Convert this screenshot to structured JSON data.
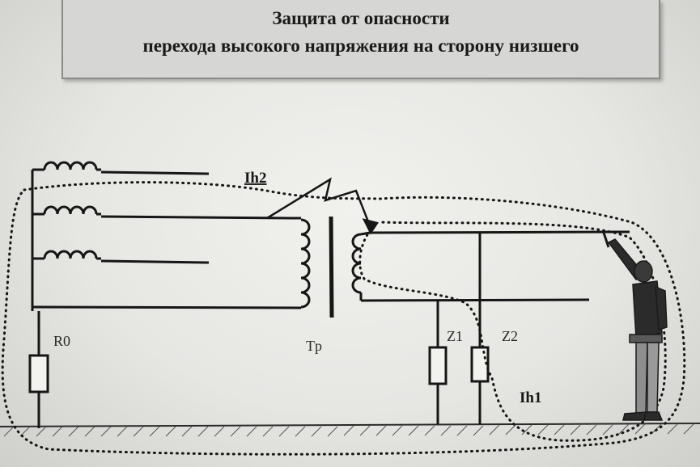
{
  "title": {
    "line1": "Защита от опасности",
    "line2": "перехода высокого напряжения на сторону низшего"
  },
  "labels": {
    "ih2": "Ih2",
    "ih1": "Ih1",
    "r0": "R0",
    "tp": "Tp",
    "z1": "Z1",
    "z2": "Z2"
  },
  "colors": {
    "ink": "#161616",
    "title_bg": "#d6d6d4"
  }
}
